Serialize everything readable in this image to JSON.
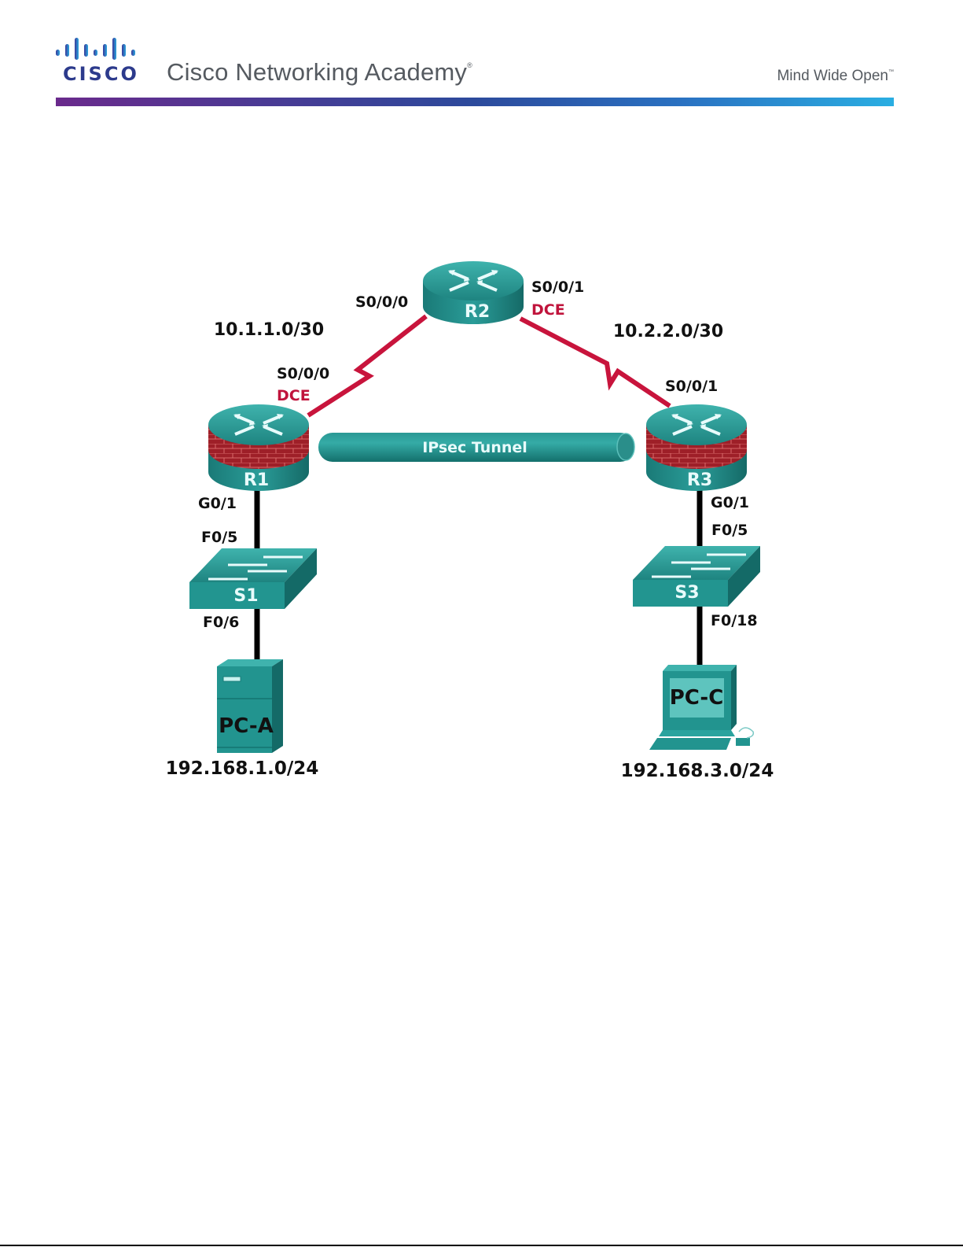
{
  "header": {
    "brand_word": "CISCO",
    "academy_title": "Cisco Networking Academy",
    "academy_mark": "®",
    "tagline": "Mind Wide Open",
    "tagline_mark": "™"
  },
  "colors": {
    "device_teal": "#1f8f8c",
    "serial_link": "#c8143c",
    "dce_label": "#c0143c",
    "ethernet_link": "#000000",
    "firewall_brick": "#a0202a"
  },
  "topology": {
    "devices": {
      "r1": {
        "label": "R1",
        "type": "router-firewall"
      },
      "r2": {
        "label": "R2",
        "type": "router"
      },
      "r3": {
        "label": "R3",
        "type": "router-firewall"
      },
      "s1": {
        "label": "S1",
        "type": "switch"
      },
      "s3": {
        "label": "S3",
        "type": "switch"
      },
      "pca": {
        "label": "PC-A",
        "type": "server"
      },
      "pcc": {
        "label": "PC-C",
        "type": "pc"
      }
    },
    "networks": {
      "r1_r2": "10.1.1.0/30",
      "r2_r3": "10.2.2.0/30",
      "lan_a": "192.168.1.0/24",
      "lan_c": "192.168.3.0/24"
    },
    "interfaces": {
      "r2_s000": "S0/0/0",
      "r2_s001": "S0/0/1",
      "r2_dce": "DCE",
      "r1_s000": "S0/0/0",
      "r1_dce": "DCE",
      "r3_s001": "S0/0/1",
      "r1_g01": "G0/1",
      "s1_f05": "F0/5",
      "s1_f06": "F0/6",
      "r3_g01": "G0/1",
      "s3_f05": "F0/5",
      "s3_f018": "F0/18"
    },
    "tunnel_label": "IPsec Tunnel"
  }
}
